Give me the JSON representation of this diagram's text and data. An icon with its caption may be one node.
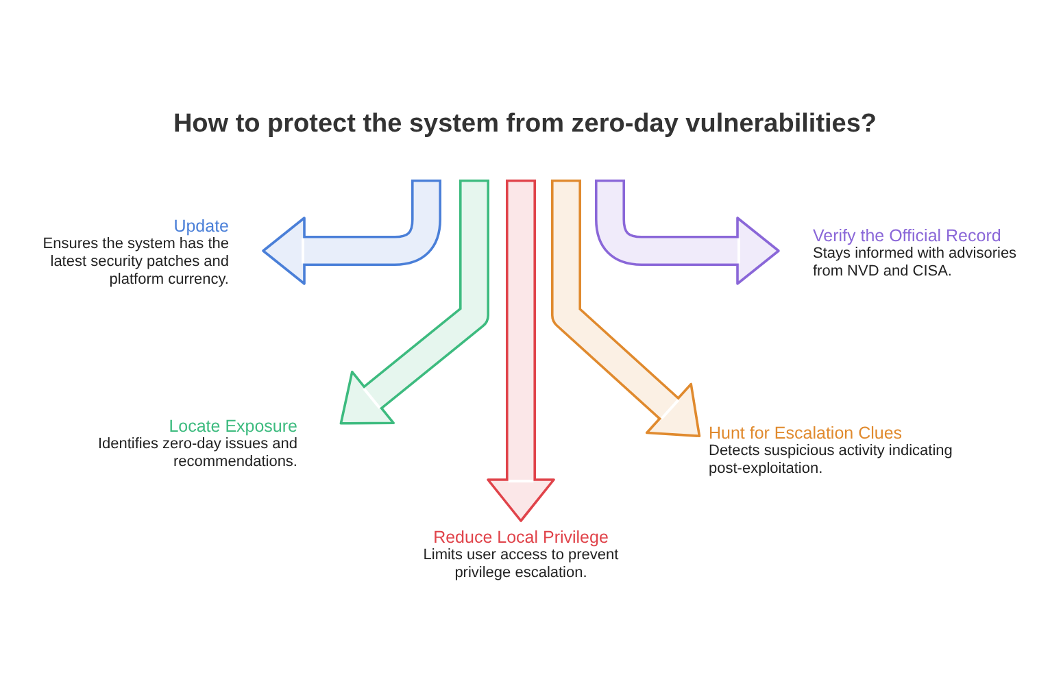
{
  "diagram": {
    "title": "How to protect the system from zero-day vulnerabilities?",
    "nodes": [
      {
        "text": [
          "Update",
          "Ensures the system has the latest security patches and platform currency."
        ]
      },
      {
        "text": [
          "Locate Exposure",
          "Identifies zero-day issues and recommendations."
        ]
      },
      {
        "text": [
          "Reduce Local Privilege",
          "Limits user access to prevent privilege escalation."
        ]
      },
      {
        "text": [
          "Hunt for Escalation Clues",
          "Detects suspicious activity indicating post-exploitation."
        ]
      },
      {
        "text": [
          "Verify the Official Record",
          "Stays informed with advisories from NVD and CISA."
        ]
      }
    ],
    "edges": [
      {
        "from": null,
        "to": 0,
        "arrow": "to",
        "color": "#4a7fd8"
      },
      {
        "from": null,
        "to": 1,
        "arrow": "to",
        "color": "#3dbb7f"
      },
      {
        "from": null,
        "to": 2,
        "arrow": "to",
        "color": "#e0434a"
      },
      {
        "from": null,
        "to": 3,
        "arrow": "to",
        "color": "#e08a2e"
      },
      {
        "from": null,
        "to": 4,
        "arrow": "to",
        "color": "#8a67d8"
      }
    ]
  }
}
